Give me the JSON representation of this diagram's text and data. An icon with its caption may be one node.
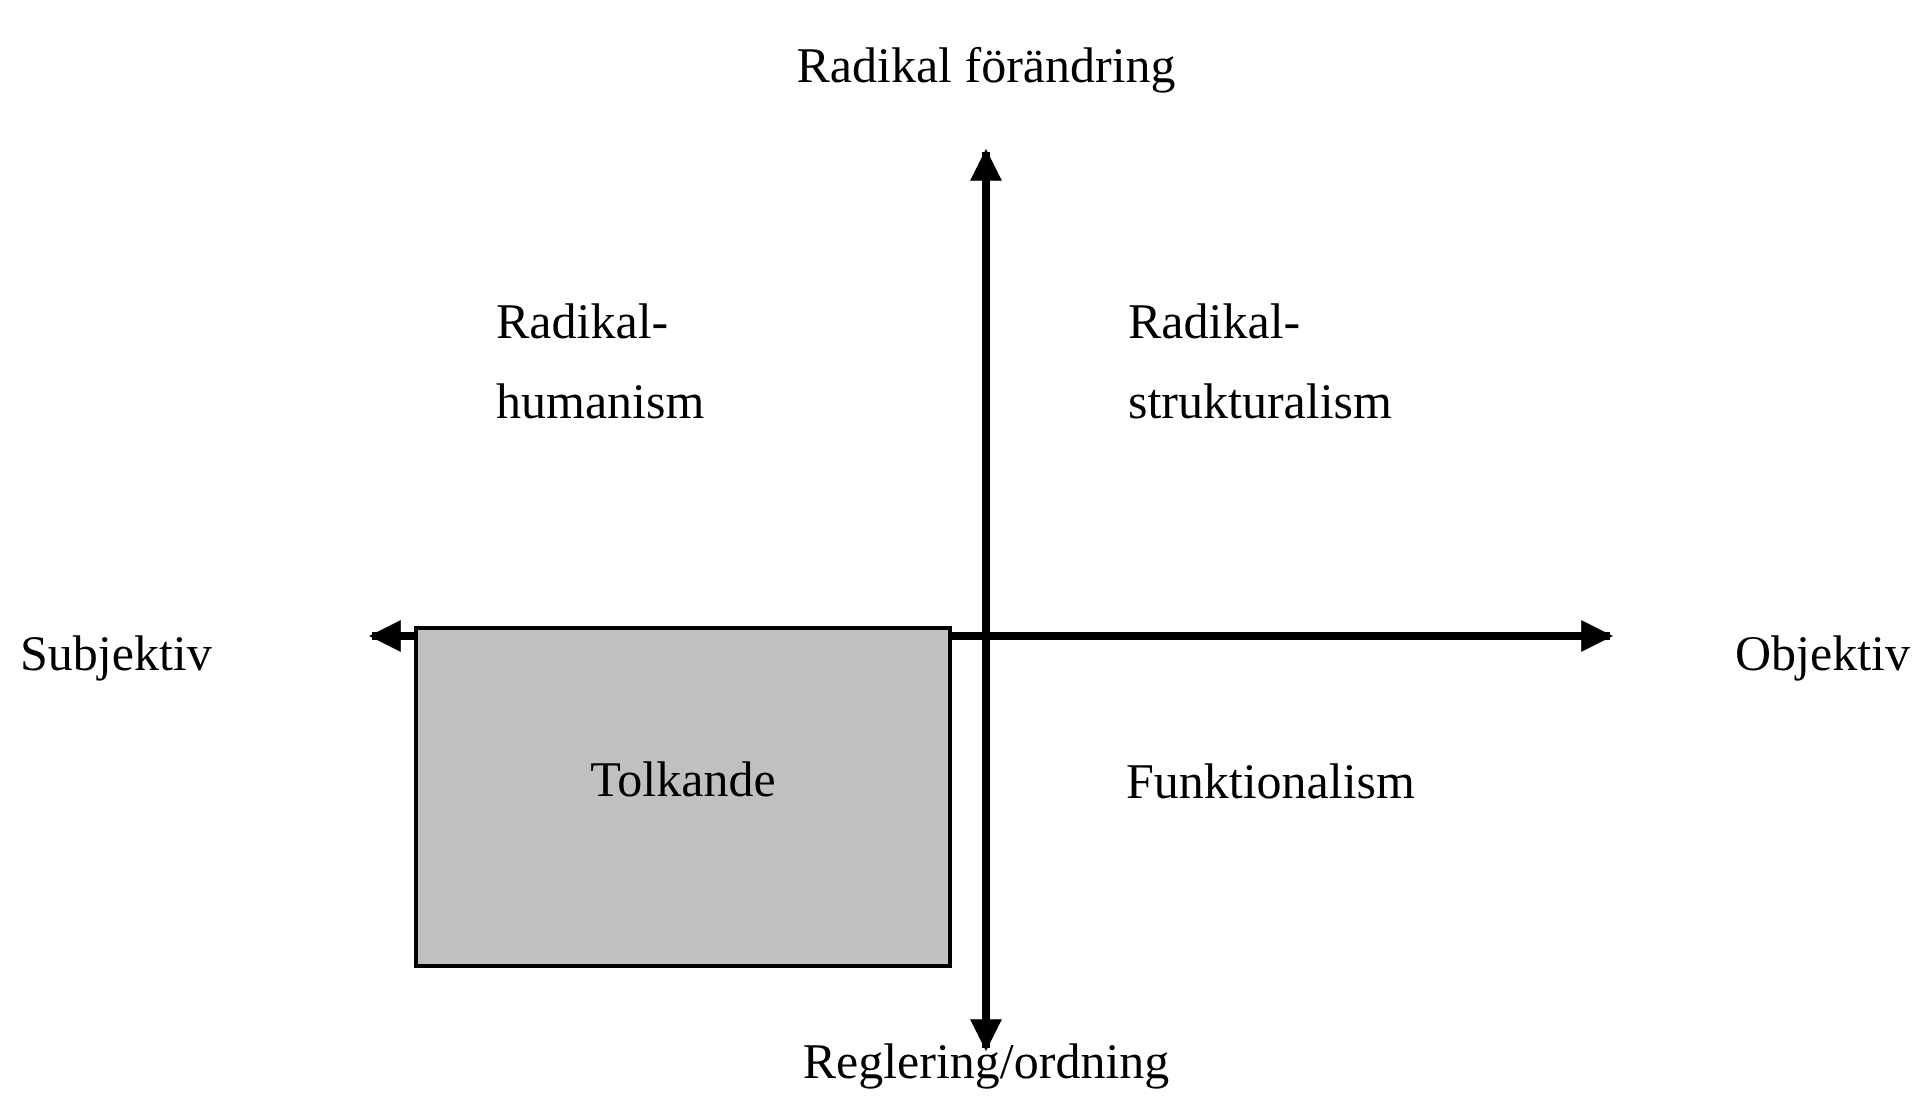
{
  "diagram": {
    "nodes": [
      {
        "text": [
          "Tolkande"
        ]
      }
    ],
    "labels": [
      "Radikal förändring",
      "Radikal- humanism",
      "Radikal- strukturalism",
      "Subjektiv",
      "Objektiv",
      "Funktionalism",
      "Reglering/ordning"
    ]
  }
}
